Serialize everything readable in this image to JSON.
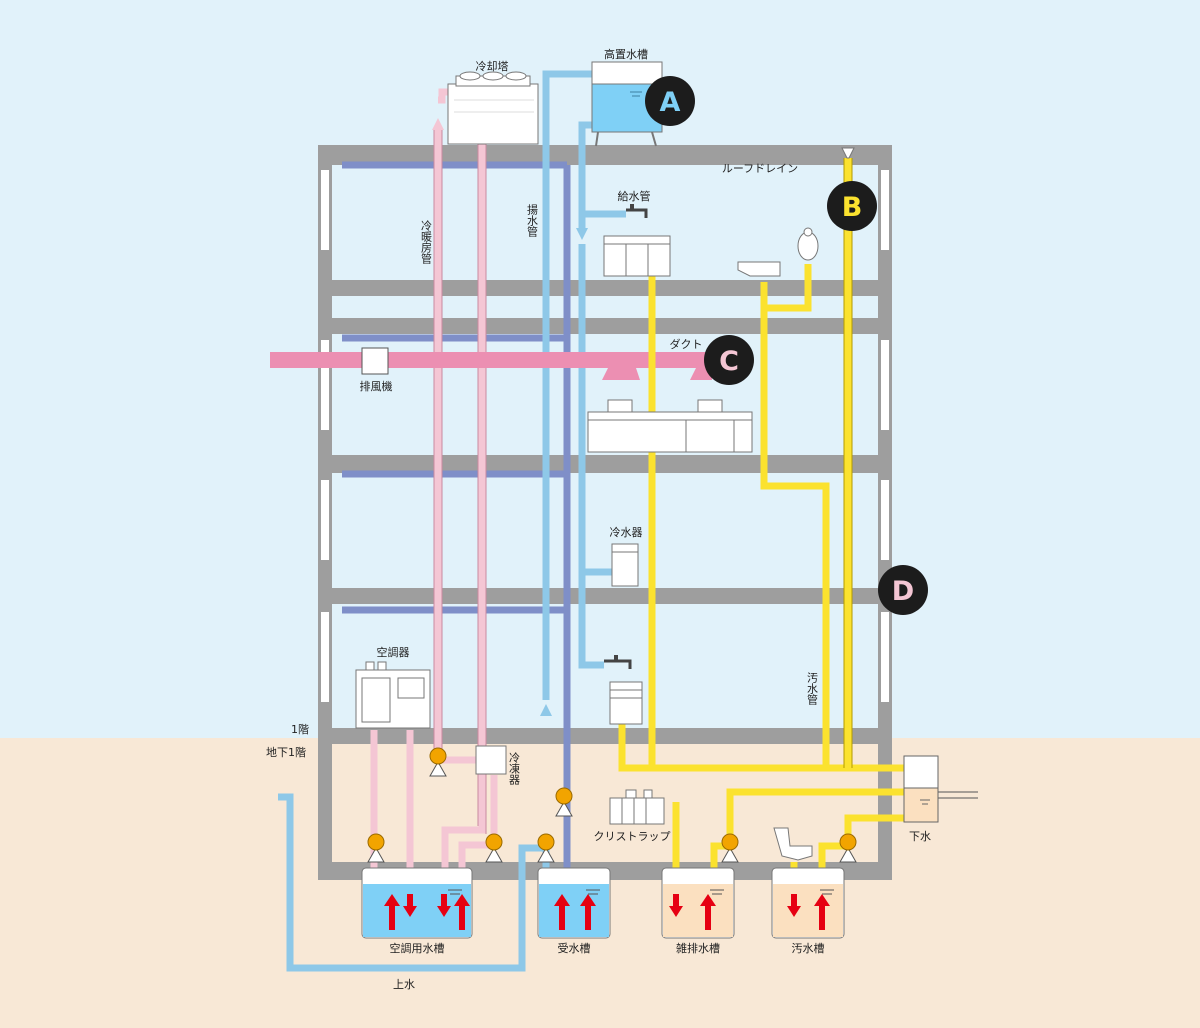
{
  "colors": {
    "sky": "#e1f2fa",
    "ground": "#f8e8d6",
    "building": "#9e9e9e",
    "supply_water": "#8ec8e8",
    "pump_water": "#7f8fc8",
    "cooling_pink": "#f4c6d4",
    "duct_pink": "#ec8fb2",
    "drain_yellow": "#fbe22f",
    "pump_orange": "#f2a400",
    "arrow_red": "#e60012",
    "tank_blue": "#7fd0f6",
    "tank_orange": "#fbe0c0",
    "marker_dark": "#1c1c1c"
  },
  "labels": {
    "high_tank": "高置水槽",
    "cooling_tower": "冷却塔",
    "roof_drain": "ルーフドレイン",
    "supply_pipe": "給水管",
    "lift_pipe": "揚水管",
    "cooling_pipe": "冷暖房管",
    "duct": "ダクト",
    "exhaust_fan": "排風機",
    "water_cooler": "冷水器",
    "sewage_pipe": "汚水管",
    "air_conditioner": "空調器",
    "refrigerator": "冷凍器",
    "floor_1": "1階",
    "basement_1": "地下1階",
    "crystal_trap": "クリストラップ",
    "sewer": "下水",
    "city_water": "上水"
  },
  "tanks": [
    {
      "label": "空調用水槽",
      "kind": "water"
    },
    {
      "label": "受水槽",
      "kind": "water"
    },
    {
      "label": "雑排水槽",
      "kind": "drain"
    },
    {
      "label": "汚水槽",
      "kind": "drain"
    }
  ],
  "markers": [
    {
      "letter": "A",
      "color": "#7fd0f6"
    },
    {
      "letter": "B",
      "color": "#fbe22f"
    },
    {
      "letter": "C",
      "color": "#f4c6d4"
    },
    {
      "letter": "D",
      "color": "#f4c6d4"
    }
  ]
}
